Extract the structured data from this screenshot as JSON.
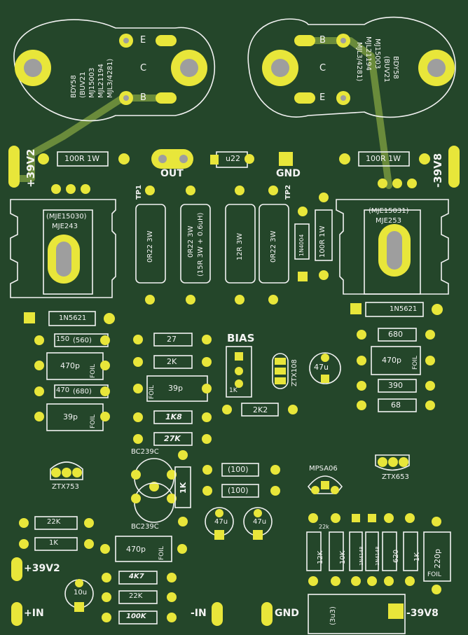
{
  "transistors_to3": {
    "left": {
      "lines": [
        "BDY58",
        "(BUV21",
        "MJ15003",
        "MJL21194",
        "MJL3/4281)"
      ],
      "pins": [
        "E",
        "C",
        "B"
      ]
    },
    "right": {
      "lines": [
        "BDY58",
        "(BUV21",
        "MJ15003",
        "MJL21194",
        "MJL3/4281)"
      ],
      "pins": [
        "B",
        "C",
        "E"
      ]
    }
  },
  "drivers": {
    "left": [
      "(MJE15030)",
      "MJE243"
    ],
    "right": [
      "(MJE15031)",
      "MJE253"
    ]
  },
  "rails": {
    "pos_top": "+39V2",
    "neg_top": "-39V8",
    "pos_bottom": "+39V2",
    "neg_bottom": "-39V8"
  },
  "nets": {
    "out": "OUT",
    "gnd_top": "GND",
    "plus_in": "+IN",
    "minus_in": "-IN",
    "gnd_bottom": "GND",
    "tp1": "TP1",
    "tp2": "TP2",
    "bias": "BIAS"
  },
  "top_parts": {
    "r_left": "100R 1W",
    "r_right": "100R 1W",
    "cap_u22": "u22"
  },
  "power_resistors": [
    "0R22 3W",
    "0R22 3W",
    "(15R 3W + 0.6uH)",
    "12R 3W",
    "0R22 3W"
  ],
  "small_vert": {
    "diode": "1N4004",
    "res": "100R 1W"
  },
  "diodes": {
    "left": "1N5621",
    "right": "1N5621"
  },
  "left_column": {
    "r1": "150",
    "r1b": "(560)",
    "c1": "470p",
    "c1_type": "FOIL",
    "r2": "470",
    "r2b": "(680)",
    "c2": "39p",
    "c2_type": "FOIL"
  },
  "mid_column": {
    "r27": "27",
    "r2k": "2K",
    "c39p": "39p",
    "c39p_type": "FOIL",
    "r1k8": "1K8",
    "r27k": "27K",
    "bias_r": "1K",
    "ztx108": "ZTX108",
    "c47u": "47u",
    "r2k2": "2K2"
  },
  "right_column": {
    "r680": "680",
    "c470p": "470p",
    "c470p_type": "FOIL",
    "r390": "390",
    "r68": "68"
  },
  "bottom_area": {
    "ztx753": "ZTX753",
    "bc239c_top": "BC239C",
    "bc239c_bottom": "BC239C",
    "r1k_v": "1K",
    "r100a": "(100)",
    "r100b": "(100)",
    "c47u_a": "47u",
    "c47u_b": "47u",
    "mpsa06": "MPSA06",
    "ztx653": "ZTX653",
    "r22k": "22K",
    "r1k": "1K",
    "c470p": "470p",
    "c470p_type": "FOIL",
    "r4k7": "4K7",
    "r22k_b": "22K",
    "r100k": "100K",
    "c10u": "10u",
    "v12k": "12K",
    "v10k": "10K",
    "d1": "1N4148",
    "d2": "1N4148",
    "v620": "620",
    "v1k": "1K",
    "c220p": "220p",
    "c220p_type": "FOIL",
    "r22k_small": "22k",
    "c3u3": "(3u3)"
  }
}
